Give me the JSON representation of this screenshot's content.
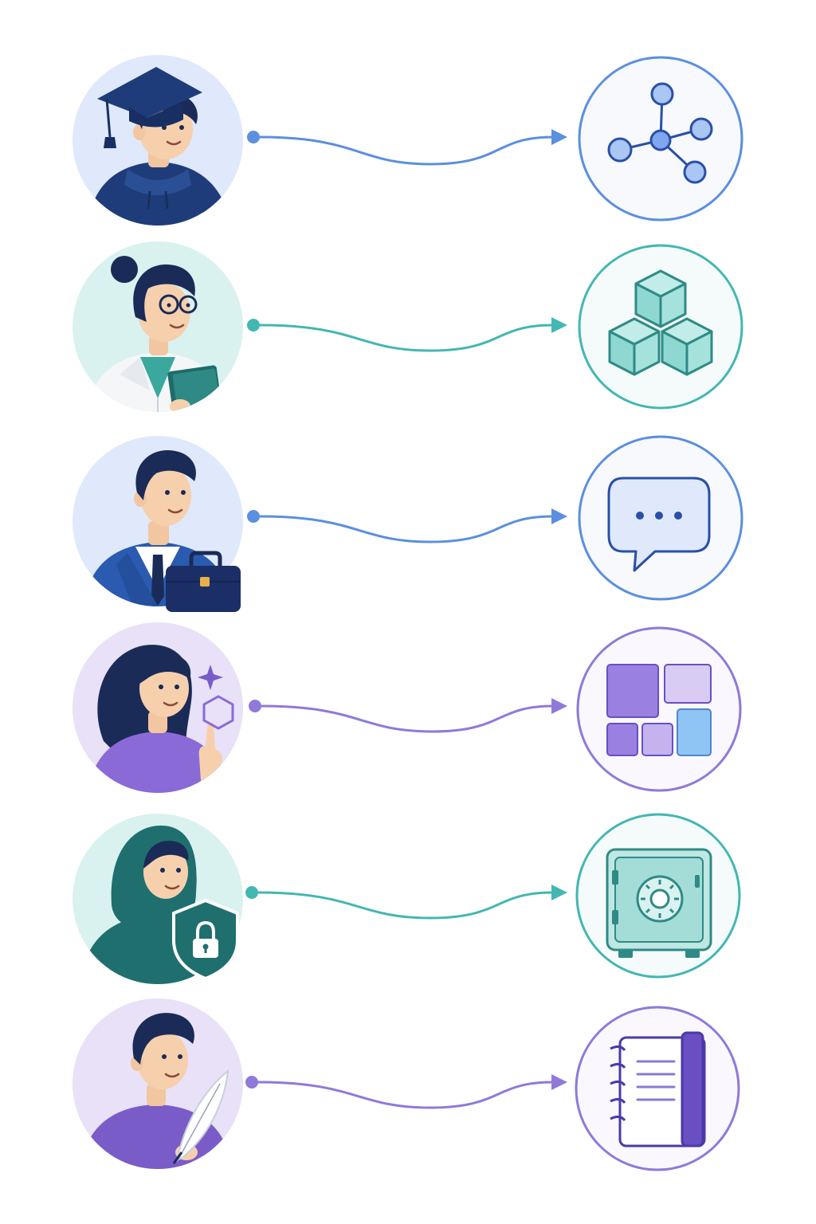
{
  "diagram": {
    "rows": [
      {
        "persona": "graduate-student",
        "persona_icon": "graduate-student-icon",
        "target_icon": "network-graph-icon",
        "accent": "#5b8fdf",
        "avatar_bg": "#dfe9fb"
      },
      {
        "persona": "researcher",
        "persona_icon": "researcher-icon",
        "target_icon": "cube-blocks-icon",
        "accent": "#43b7b2",
        "avatar_bg": "#d9f2f0"
      },
      {
        "persona": "business-professional",
        "persona_icon": "business-professional-icon",
        "target_icon": "chat-bubble-icon",
        "accent": "#5b8fdf",
        "avatar_bg": "#dfe9fb"
      },
      {
        "persona": "creative-designer",
        "persona_icon": "creative-designer-icon",
        "target_icon": "layout-grid-icon",
        "accent": "#9079d9",
        "avatar_bg": "#e8e1f7"
      },
      {
        "persona": "security-specialist",
        "persona_icon": "security-specialist-icon",
        "target_icon": "vault-safe-icon",
        "accent": "#43b7b2",
        "avatar_bg": "#d9f2f0"
      },
      {
        "persona": "writer",
        "persona_icon": "writer-icon",
        "target_icon": "notebook-icon",
        "accent": "#9079d9",
        "avatar_bg": "#e8e1f7"
      }
    ]
  }
}
